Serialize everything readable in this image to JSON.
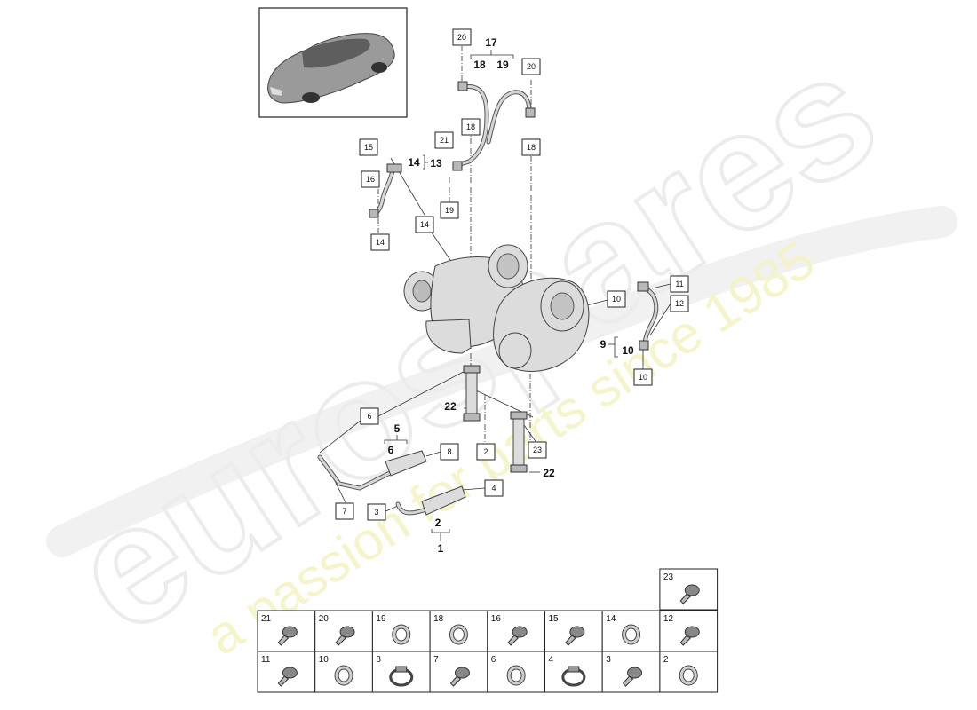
{
  "watermark": {
    "brand": "eurospares",
    "tagline": "a passion for parts since 1985"
  },
  "callouts": {
    "c20a": "20",
    "c20b": "20",
    "c18a": "18",
    "c18b": "18",
    "c21": "21",
    "c19": "19",
    "c15": "15",
    "c16": "16",
    "c14a": "14",
    "c14b": "14",
    "c10a": "10",
    "c10b": "10",
    "c11": "11",
    "c12": "12",
    "c6": "6",
    "c8": "8",
    "c2": "2",
    "c23": "23",
    "c4": "4",
    "c3": "3",
    "c7": "7"
  },
  "labels": {
    "l17": "17",
    "l18": "18",
    "l19": "19",
    "l14": "14",
    "l13": "13",
    "l9": "9",
    "l10": "10",
    "l22a": "22",
    "l22b": "22",
    "l5": "5",
    "l6": "6",
    "l2": "2",
    "l1": "1"
  },
  "grid": {
    "top": [
      "23"
    ],
    "row1": [
      "21",
      "20",
      "19",
      "18",
      "16",
      "15",
      "14",
      "12"
    ],
    "row2": [
      "11",
      "10",
      "8",
      "7",
      "6",
      "4",
      "3",
      "2"
    ],
    "row1_icons": [
      "bolt",
      "bolt",
      "ring",
      "ring",
      "bolt",
      "bolt",
      "ring",
      "bolt"
    ],
    "row2_icons": [
      "bolt",
      "ring",
      "clamp",
      "bolt",
      "ring",
      "clamp",
      "bolt",
      "ring"
    ]
  }
}
